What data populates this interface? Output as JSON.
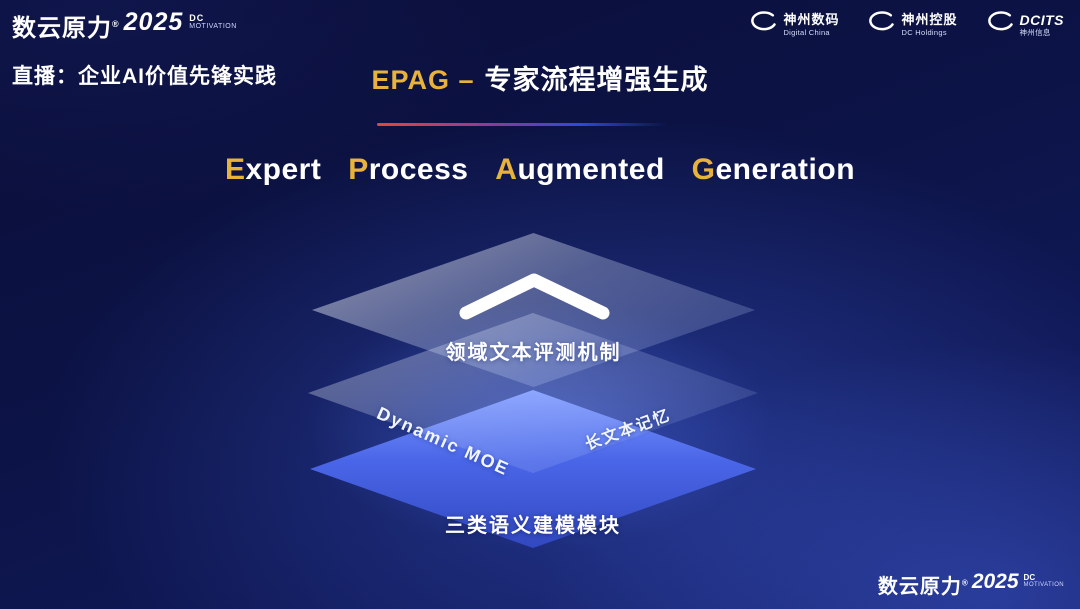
{
  "colors": {
    "accent_gold": "#e8b33a",
    "layer_blue_light": "#7d99ff",
    "layer_blue_dark": "#3248c0",
    "line_red": "#e8453c",
    "line_blue": "#2b4bd8"
  },
  "header": {
    "brand": {
      "cn": "数云原力",
      "reg": "®",
      "year": "2025",
      "dc": "DC",
      "motivation": "MOTIVATION"
    },
    "live_label": "直播：企业AI价值先锋实践",
    "slide_title": {
      "highlight": "EPAG –",
      "rest": "专家流程增强生成"
    },
    "partners": [
      {
        "name": "神州数码",
        "sub": "Digital China"
      },
      {
        "name": "神州控股",
        "sub": "DC Holdings"
      },
      {
        "name": "DCITS",
        "sub": "神州信息"
      }
    ]
  },
  "main_title": {
    "words": [
      {
        "initial": "E",
        "rest": "xpert"
      },
      {
        "initial": "P",
        "rest": "rocess"
      },
      {
        "initial": "A",
        "rest": "ugmented"
      },
      {
        "initial": "G",
        "rest": "eneration"
      }
    ]
  },
  "diagram": {
    "top_layer_label": "领域文本评测机制",
    "mid_layer_label_left": "Dynamic MOE",
    "mid_layer_label_right": "长文本记忆",
    "bottom_layer_label": "三类语义建模模块"
  },
  "footer": {
    "brand": {
      "cn": "数云原力",
      "reg": "®",
      "year": "2025",
      "dc": "DC",
      "motivation": "MOTIVATION"
    }
  }
}
